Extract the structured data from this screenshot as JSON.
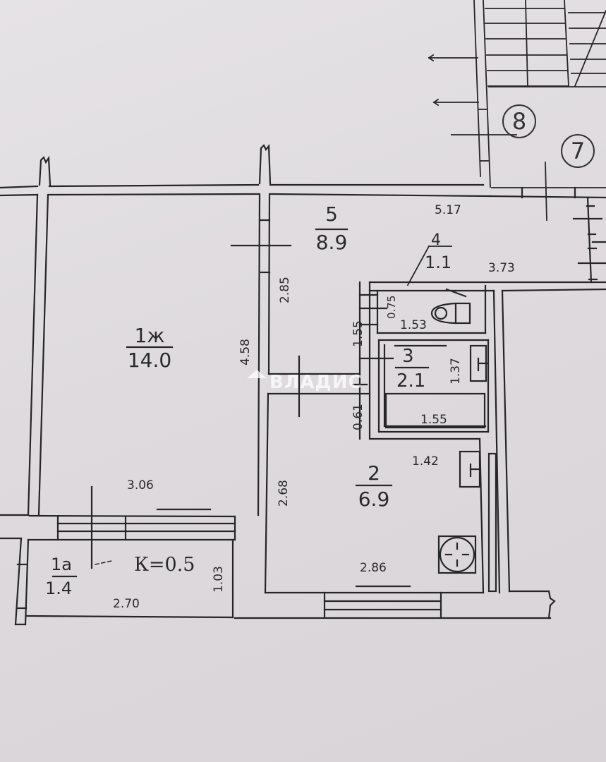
{
  "plan": {
    "rooms": [
      {
        "id": "1zh",
        "number": "1ж",
        "area": "14.0",
        "name": "living-room"
      },
      {
        "id": "1a",
        "number": "1а",
        "area": "1.4",
        "name": "balcony"
      },
      {
        "id": "2",
        "number": "2",
        "area": "6.9",
        "name": "kitchen"
      },
      {
        "id": "3",
        "number": "3",
        "area": "2.1",
        "name": "bathroom"
      },
      {
        "id": "4",
        "number": "4",
        "area": "1.1",
        "name": "toilet"
      },
      {
        "id": "5",
        "number": "5",
        "area": "8.9",
        "name": "hallway"
      }
    ],
    "balcony_coefficient": "К=0.5",
    "stair_markers": [
      "8",
      "7"
    ],
    "dimensions": {
      "hall_length": "5.17",
      "hall_width_right": "3.73",
      "hall_height": "2.85",
      "living_height": "4.58",
      "living_width": "3.06",
      "balcony_width": "2.70",
      "balcony_depth": "1.03",
      "kitchen_height": "2.68",
      "kitchen_width": "2.86",
      "kitchen_side": "1.42",
      "corridor_gap": "0.61",
      "toilet_depth": "0.75",
      "toilet_width": "1.53",
      "wc_block_height": "1.55",
      "bath_height": "1.37",
      "bath_width": "1.55"
    },
    "watermark": "ВЛАДИС"
  }
}
